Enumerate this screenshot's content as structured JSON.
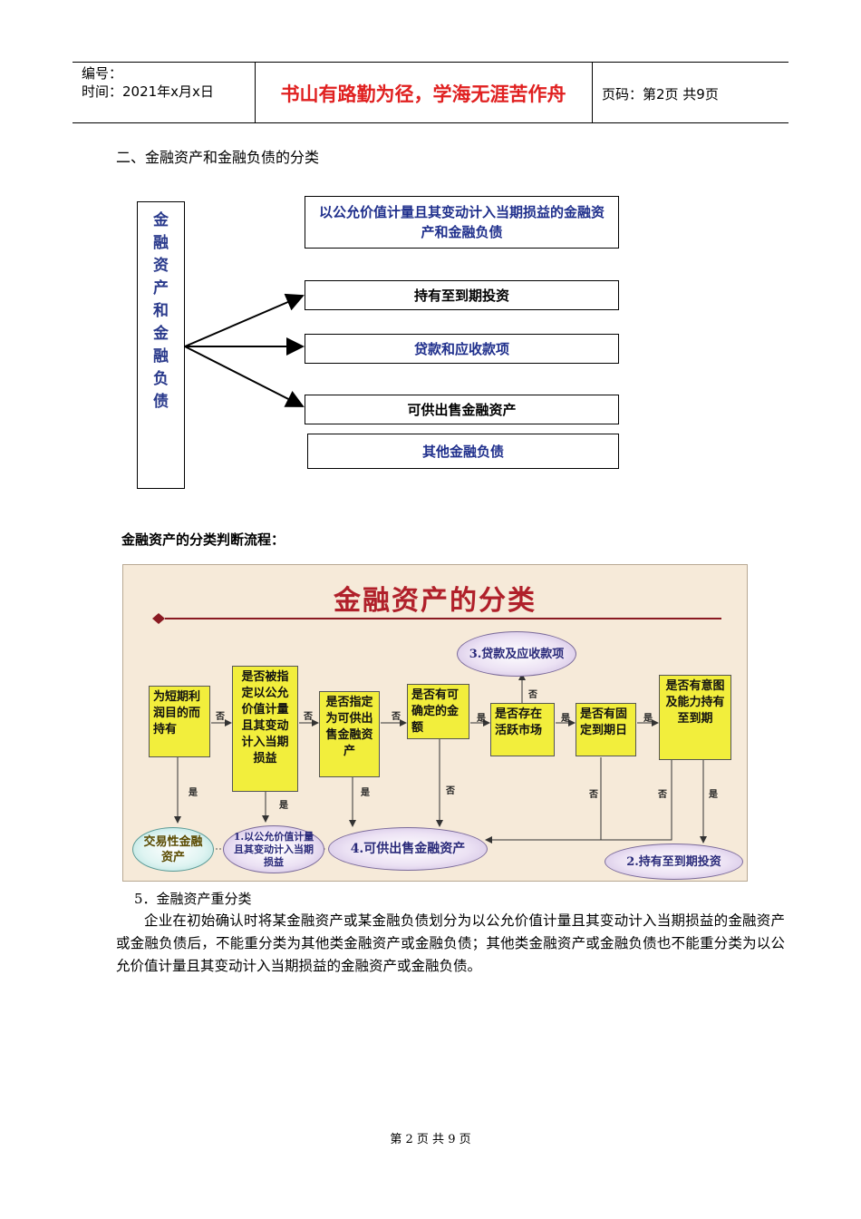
{
  "header": {
    "number_label": "编号：",
    "time_label": "时间：2021年x月x日",
    "motto": "书山有路勤为径，学海无涯苦作舟",
    "page_label": "页码：第2页  共9页"
  },
  "section_title": "二、金融资产和金融负债的分类",
  "diagram1": {
    "left_label": [
      "金",
      "融",
      "资",
      "产",
      "和",
      "金",
      "融",
      "负",
      "债"
    ],
    "categories": [
      "以公允价值计量且其变动计入当期损益的金融资产和金融负债",
      "持有至到期投资",
      "贷款和应收款项",
      "可供出售金融资产",
      "其他金融负债"
    ]
  },
  "flow_subtitle": "金融资产的分类判断流程：",
  "flow": {
    "title": "金融资产的分类",
    "questions": [
      "为短期利润目的而持有",
      "是否被指定以公允价值计量且其变动计入当期损益",
      "是否指定为可供出售金融资产",
      "是否有可确定的金额",
      "是否存在活跃市场",
      "是否有固定到期日",
      "是否有意图及能力持有至到期"
    ],
    "results": {
      "loans": "3.贷款及应收款项",
      "trading": "交易性金融资产",
      "fvtpl": "1.以公允价值计量且其变动计入当期损益",
      "afs": "4.可供出售金融资产",
      "htm": "2.持有至到期投资"
    },
    "yes": "是",
    "no": "否"
  },
  "reclass_heading": "5．金融资产重分类",
  "reclass_text": "企业在初始确认时将某金融资产或某金融负债划分为以公允价值计量且其变动计入当期损益的金融资产或金融负债后，不能重分类为其他类金融资产或金融负债；其他类金融资产或金融负债也不能重分类为以公允价值计量且其变动计入当期损益的金融资产或金融负债。",
  "footer": "第 2 页 共 9 页"
}
